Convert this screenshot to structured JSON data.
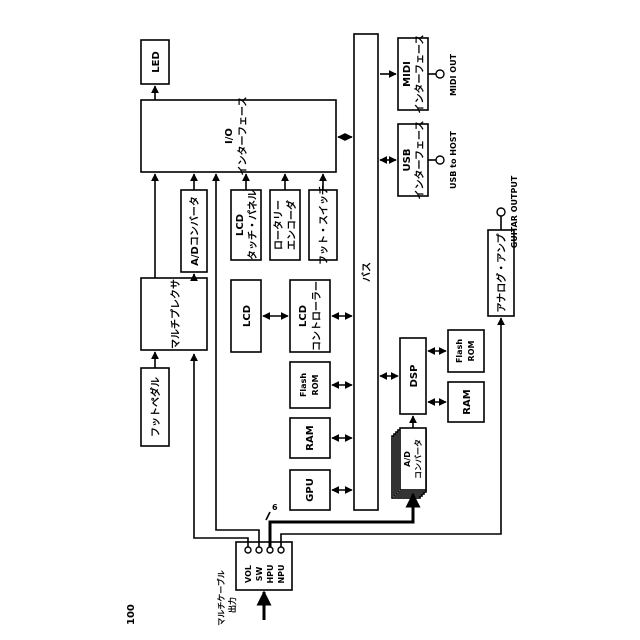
{
  "figure_number": "100",
  "blocks": {
    "led": "LED",
    "io_interface": [
      "I/O",
      "インターフェース"
    ],
    "foot_pedal": "フットペダル",
    "multiplexer": "マルチプレクサ",
    "ad_converter": "A/Dコンバータ",
    "lcd_touch_panel": [
      "LCD",
      "タッチ・パネル"
    ],
    "rotary_encoder": [
      "ロータリー",
      "エンコーダ"
    ],
    "foot_switch": "フット・スイッチ",
    "lcd": "LCD",
    "lcd_controller": [
      "LCD",
      "コントローラー"
    ],
    "bus": "バス",
    "flash_rom_1": [
      "Flash",
      "ROM"
    ],
    "ram_1": "RAM",
    "gpu": "GPU",
    "midi_interface": [
      "MIDI",
      "インターフェース"
    ],
    "usb_interface": [
      "USB",
      "インターフェース"
    ],
    "dsp": "DSP",
    "flash_rom_2": [
      "Flash",
      "ROM"
    ],
    "ram_2": "RAM",
    "ad_converter_stack": [
      "A/D",
      "コンバータ"
    ],
    "analog_amp": "アナログ・アンプ"
  },
  "outputs": {
    "midi_out": "MIDI OUT",
    "usb_to_host": "USB to HOST",
    "guitar_output": "GUITAR OUTPUT"
  },
  "connector": {
    "pins": [
      "VOL",
      "SW",
      "HPU",
      "NPU"
    ],
    "caption": [
      "マルチケーブル",
      "出力"
    ],
    "ref": "6"
  }
}
